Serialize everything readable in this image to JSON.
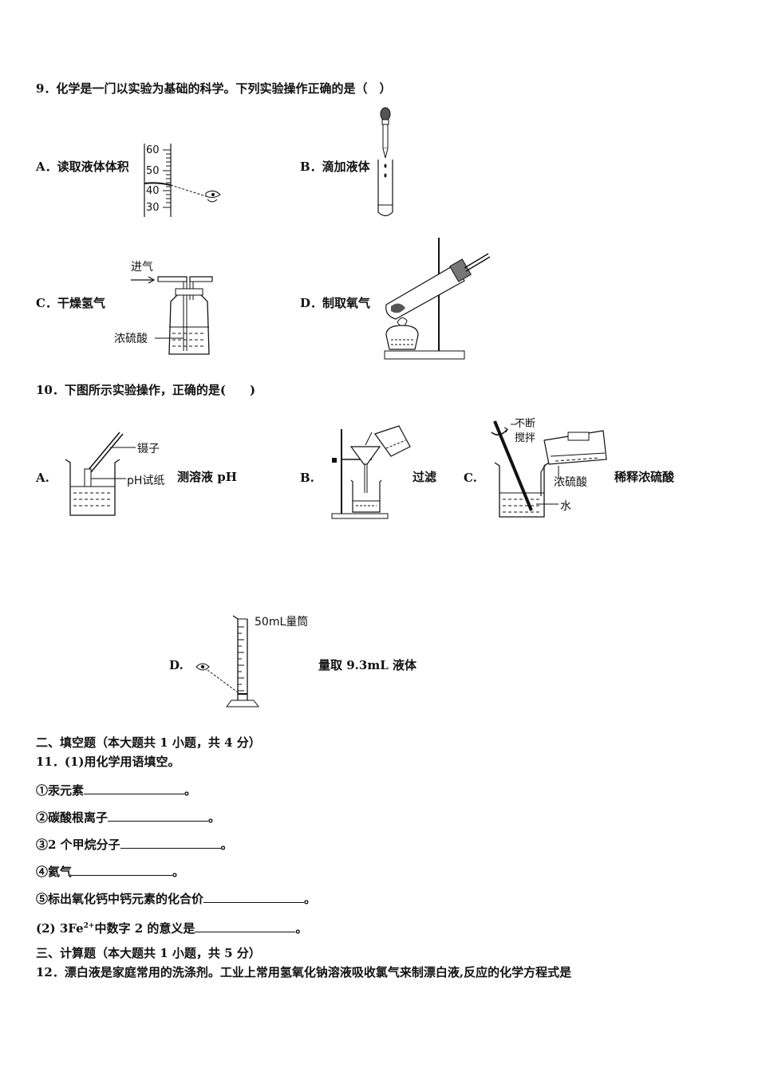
{
  "q9": {
    "stem": "9．化学是一门以实验为基础的科学。下列实验操作正确的是（　）",
    "a": "A．读取液体体积",
    "b": "B．滴加液体",
    "c": "C．干燥氢气",
    "d": "D．制取氧气",
    "fig_a_ticks": [
      "60",
      "50",
      "40",
      "30"
    ],
    "fig_c_inlet": "进气",
    "fig_c_label": "浓硫酸"
  },
  "q10": {
    "stem": "10．下图所示实验操作，正确的是(　　)",
    "a_letter": "A.",
    "a_text": "测溶液 pH",
    "a_label_tweezers": "镊子",
    "a_label_paper": "pH试纸",
    "b_letter": "B.",
    "b_text": "过滤",
    "c_letter": "C.",
    "c_text": "稀释浓硫酸",
    "c_label_stir_1": "不断",
    "c_label_stir_2": "搅拌",
    "c_label_acid": "浓硫酸",
    "c_label_water": "水",
    "d_letter": "D.",
    "d_text": "量取 9.3mL 液体",
    "d_label_cylinder": "50mL量筒"
  },
  "section2": {
    "heading": "二、填空题（本大题共 1 小题，共 4 分）",
    "q11": "11．(1)用化学用语填空。",
    "i1": "①汞元素",
    "i2": "②碳酸根离子",
    "i3": "③2 个甲烷分子",
    "i4": "④氦气",
    "i5": "⑤标出氧化钙中钙元素的化合价",
    "p2_pre": "(2) 3Fe",
    "p2_sup": "2+",
    "p2_post": "中数字 2 的意义是",
    "end": "。"
  },
  "section3": {
    "heading": "三、计算题（本大题共 1 小题，共 5 分）",
    "q12": "12．漂白液是家庭常用的洗涤剂。工业上常用氢氧化钠溶液吸收氯气来制漂白液,反应的化学方程式是"
  }
}
